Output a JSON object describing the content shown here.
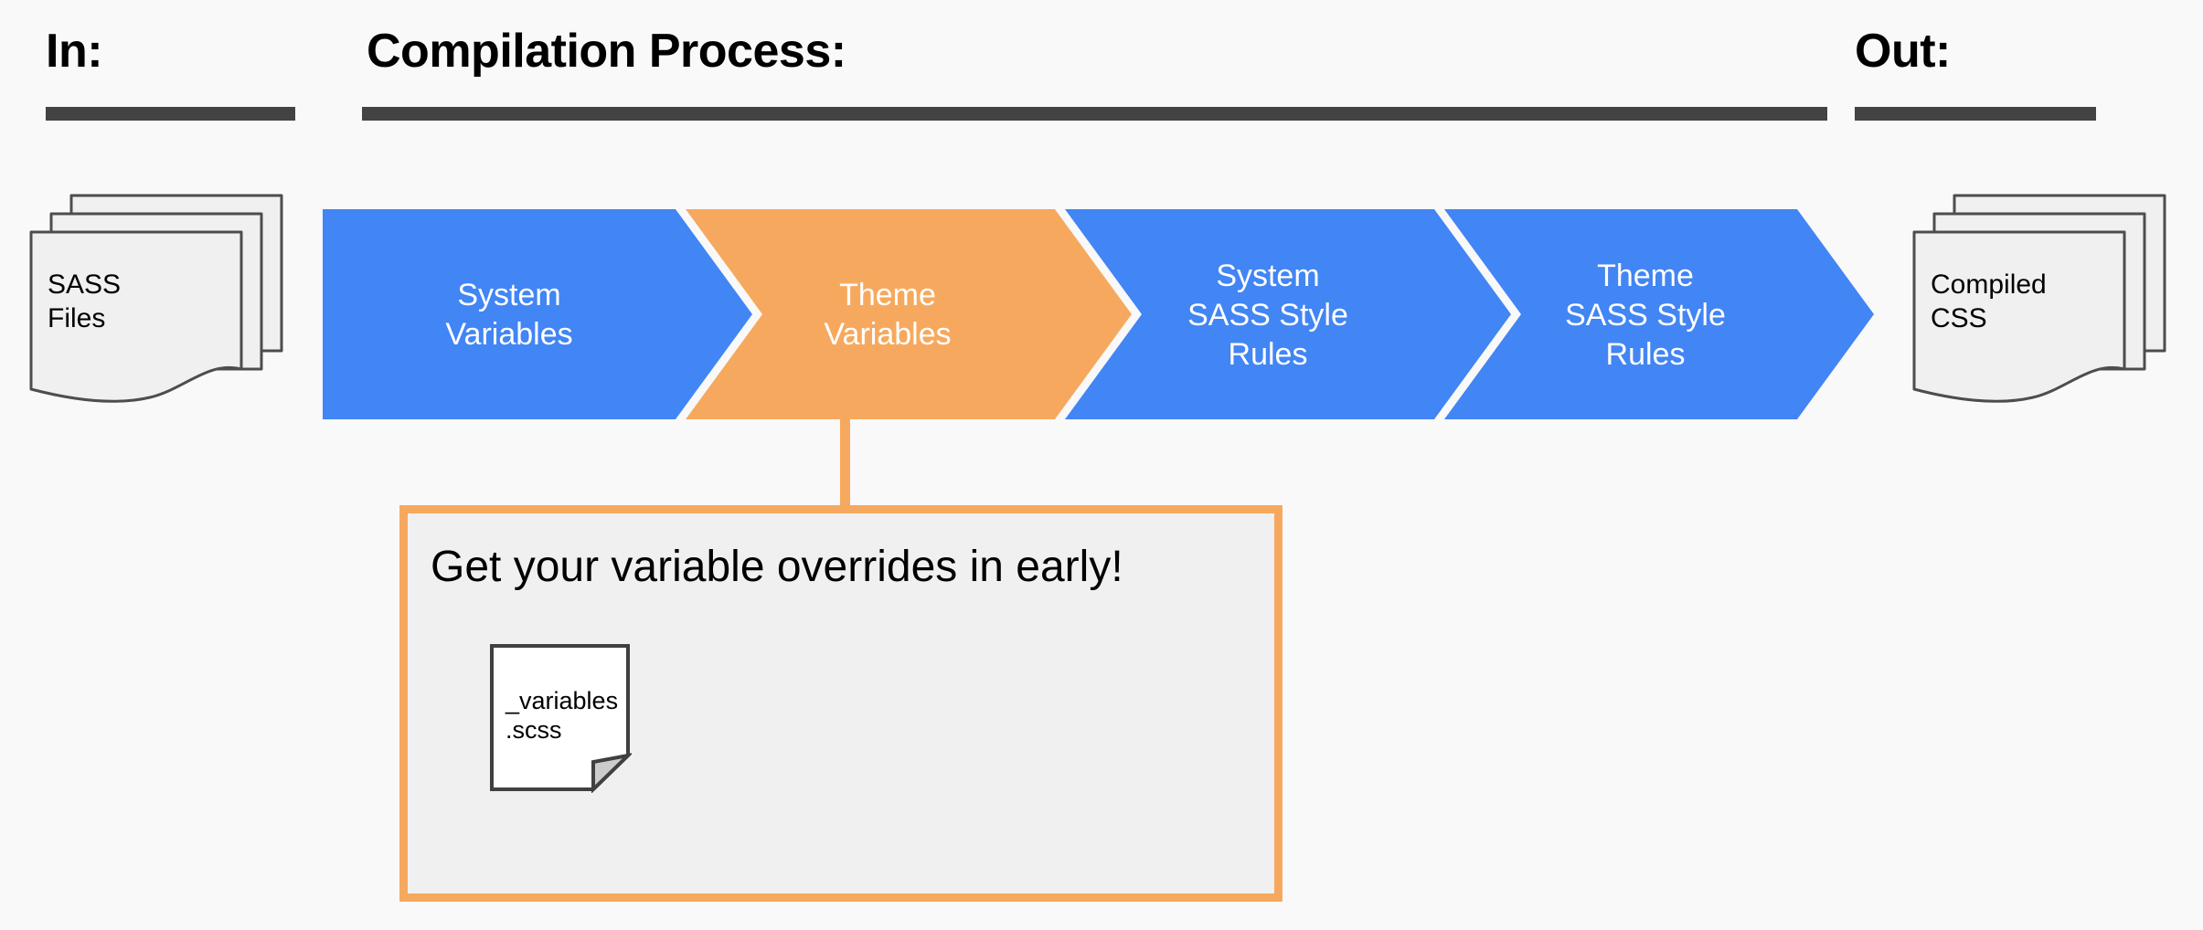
{
  "page": {
    "background_color": "#f9f9f9",
    "title_text_color": "#000000",
    "rule_color": "#434343"
  },
  "headings": {
    "in": "In:",
    "process": "Compilation Process:",
    "out": "Out:"
  },
  "inputs": {
    "label": "SASS\nFiles",
    "icon": "multi-document-icon",
    "fill": "#f0f0f0",
    "stroke": "#4d4d4d"
  },
  "outputs": {
    "label": "Compiled\nCSS",
    "icon": "multi-document-icon",
    "fill": "#f0f0f0",
    "stroke": "#4d4d4d"
  },
  "colors": {
    "blue": "#4285f4",
    "orange": "#f6a95e",
    "white_gap": "#f9f9f9",
    "doc_fill": "#f0f0f0",
    "doc_stroke": "#4d4d4d",
    "callout_fill": "#f0f0f0",
    "callout_border": "#f6a95e"
  },
  "pipeline": {
    "steps": [
      {
        "id": "system-variables",
        "label": "System\nVariables",
        "color": "#4285f4",
        "text_color": "#ffffff"
      },
      {
        "id": "theme-variables",
        "label": "Theme\nVariables",
        "color": "#f6a95e",
        "text_color": "#ffffff"
      },
      {
        "id": "system-sass-rules",
        "label": "System\nSASS Style\nRules",
        "color": "#4285f4",
        "text_color": "#ffffff"
      },
      {
        "id": "theme-sass-rules",
        "label": "Theme\nSASS Style\nRules",
        "color": "#4285f4",
        "text_color": "#ffffff"
      }
    ]
  },
  "callout": {
    "title": "Get your variable overrides in early!",
    "attached_to": "theme-variables",
    "border_color": "#f6a95e",
    "file": {
      "name": "_variables\n.scss",
      "icon": "document-folded-corner-icon",
      "fill": "#ffffff",
      "stroke": "#404040"
    }
  }
}
